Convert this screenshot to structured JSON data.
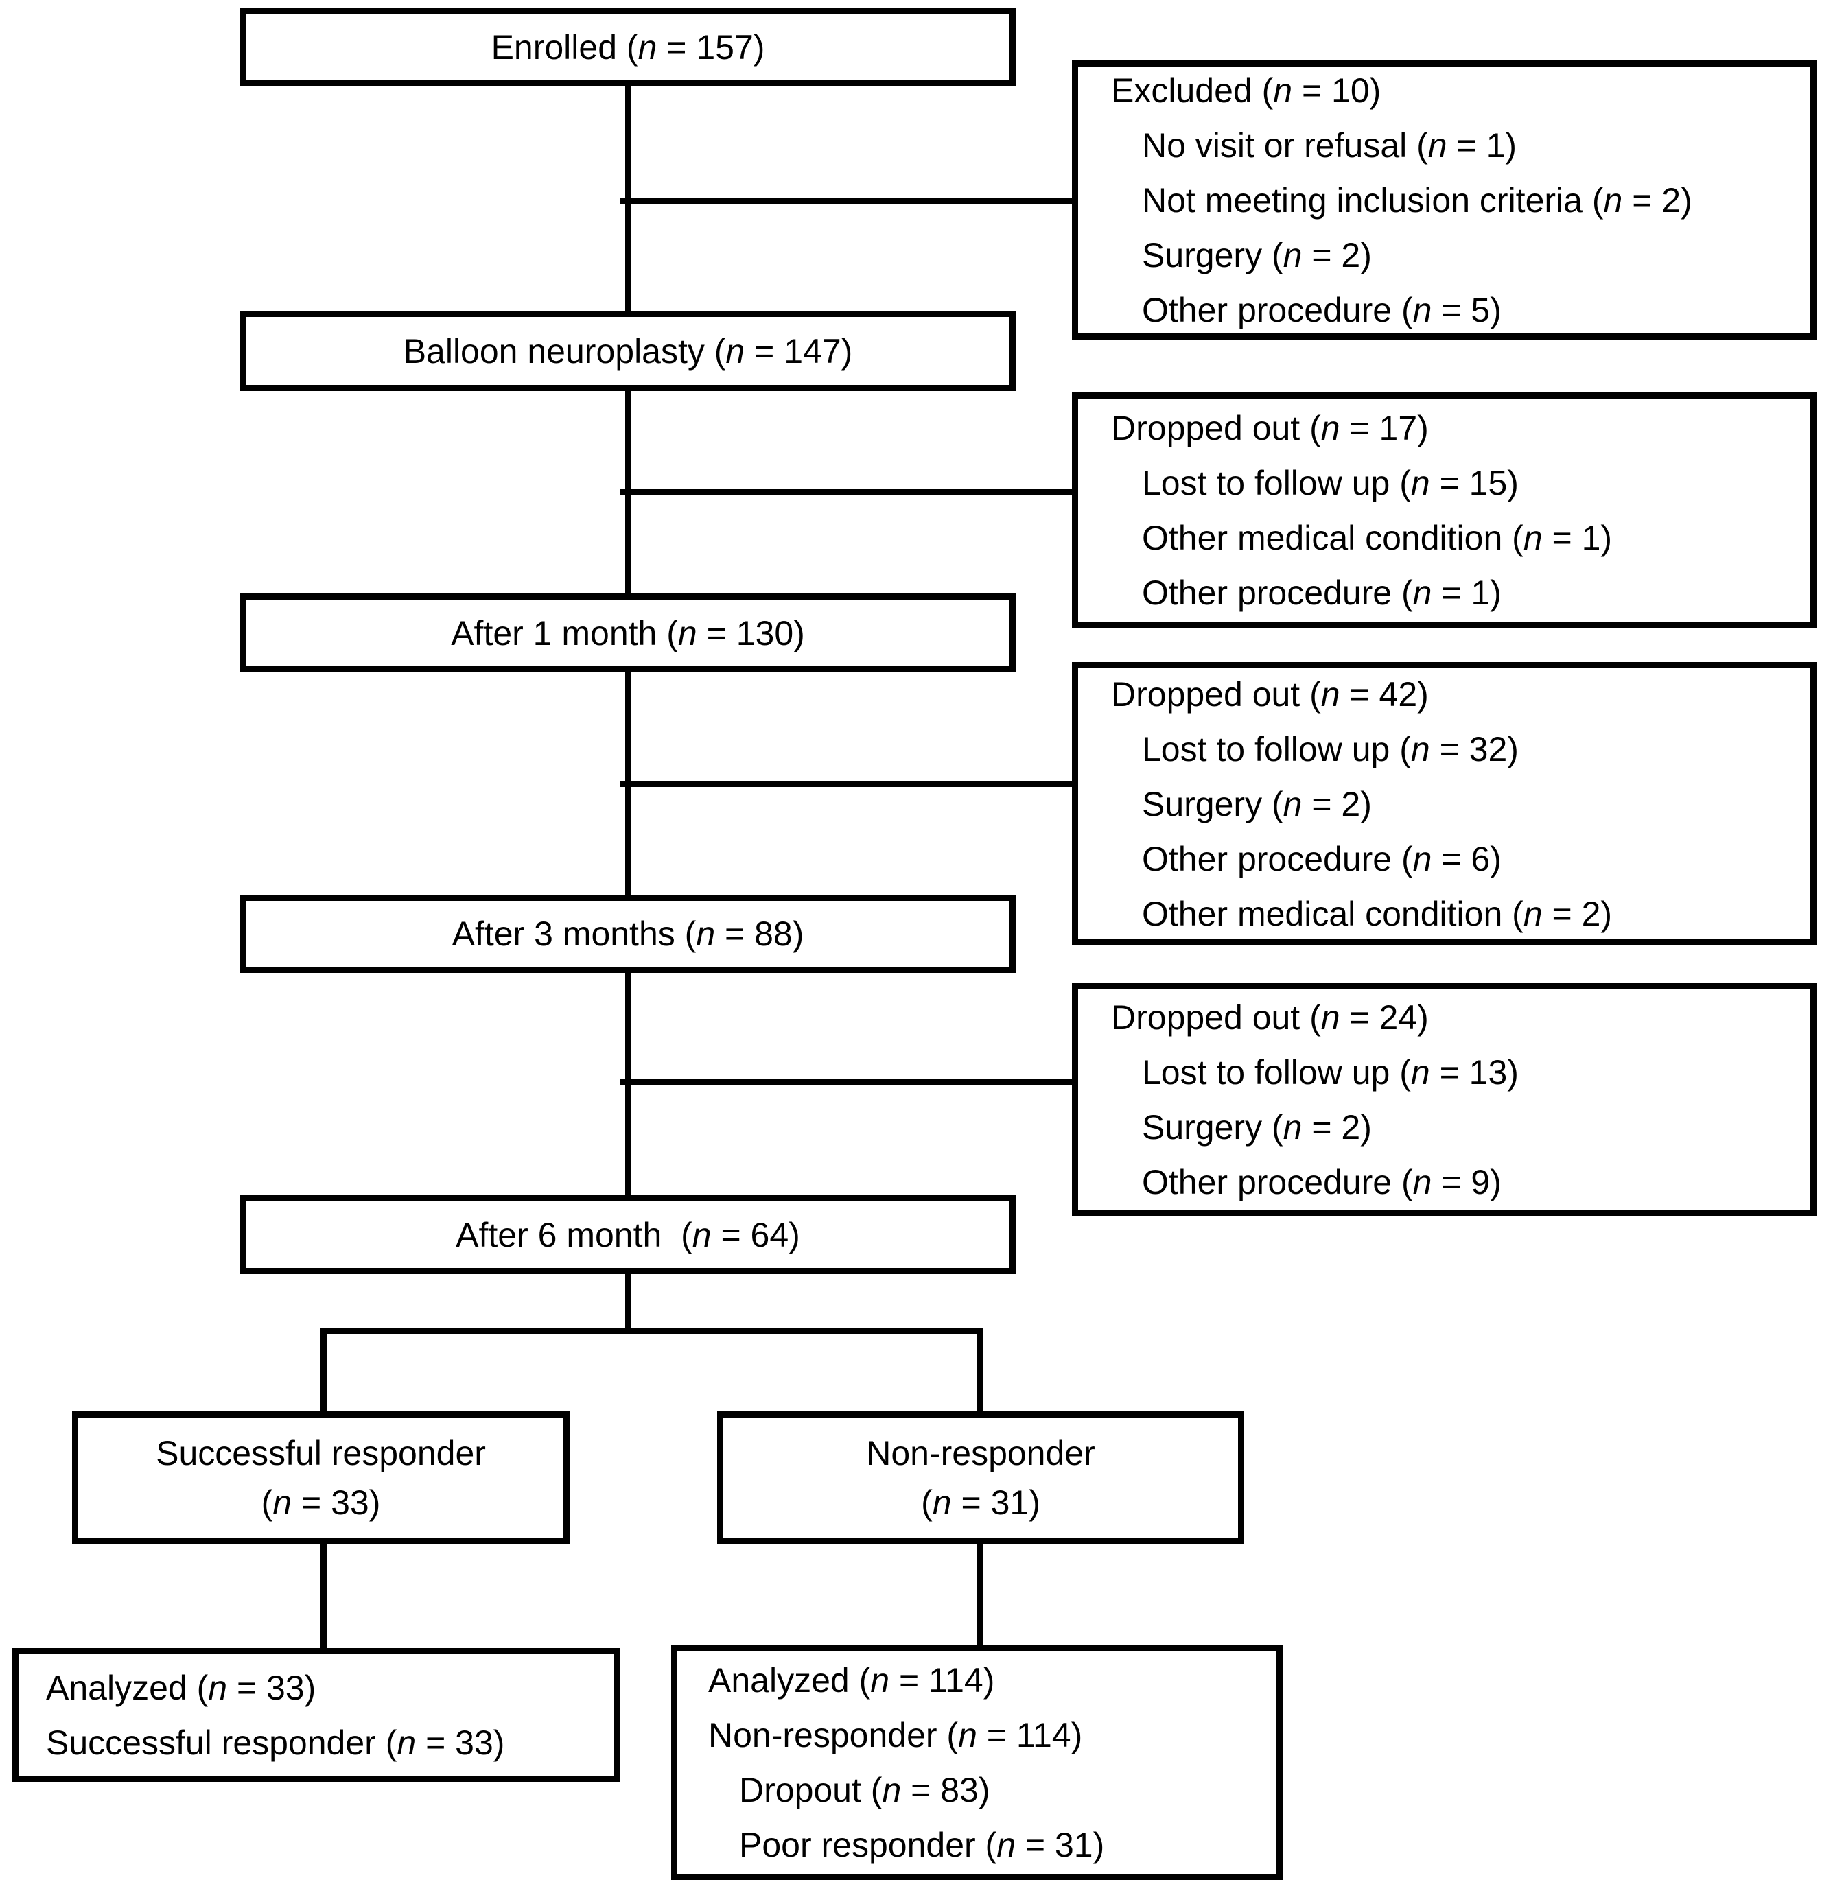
{
  "diagram_type": "consort-flow",
  "accent_colors": {
    "line": "#000000",
    "background": "#ffffff",
    "text": "#000000"
  },
  "boxes": {
    "enrolled": {
      "lines": [
        "Enrolled (n = 157)"
      ]
    },
    "excluded": {
      "lines": [
        "Excluded (n = 10)",
        "No visit or refusal (n = 1)",
        "Not meeting inclusion criteria (n = 2)",
        "Surgery (n = 2)",
        "Other procedure (n = 5)"
      ]
    },
    "balloon": {
      "lines": [
        "Balloon neuroplasty (n = 147)"
      ]
    },
    "dropped_month1": {
      "lines": [
        "Dropped out (n = 17)",
        "Lost to follow up (n = 15)",
        "Other medical condition (n = 1)",
        "Other procedure (n = 1)"
      ]
    },
    "after_1_month": {
      "lines": [
        "After 1 month (n = 130)"
      ]
    },
    "dropped_month3": {
      "lines": [
        "Dropped out (n = 42)",
        "Lost to follow up (n = 32)",
        "Surgery (n = 2)",
        "Other procedure (n = 6)",
        "Other medical condition (n = 2)"
      ]
    },
    "after_3_months": {
      "lines": [
        "After 3 months (n = 88)"
      ]
    },
    "dropped_month6": {
      "lines": [
        "Dropped out (n = 24)",
        "Lost to follow up (n = 13)",
        "Surgery (n = 2)",
        "Other procedure (n = 9)"
      ]
    },
    "after_6_month": {
      "lines": [
        "After 6 month  (n = 64)"
      ]
    },
    "successful_responder": {
      "lines": [
        "Successful responder",
        "(n = 33)"
      ]
    },
    "non_responder": {
      "lines": [
        "Non-responder",
        "(n = 31)"
      ]
    },
    "analyzed_successful": {
      "lines": [
        "Analyzed (n = 33)",
        "Successful responder (n = 33)"
      ]
    },
    "analyzed_non_responder": {
      "lines": [
        "Analyzed (n = 114)",
        "Non-responder (n = 114)",
        "Dropout (n = 83)",
        "Poor responder (n = 31)"
      ]
    }
  }
}
